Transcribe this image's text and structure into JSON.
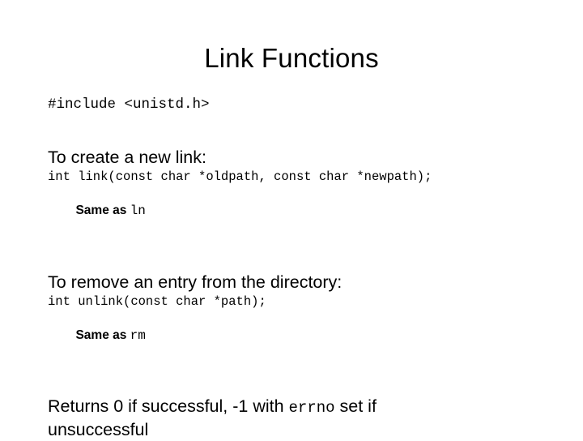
{
  "slide": {
    "title": "Link Functions",
    "include": "#include <unistd.h>",
    "sections": [
      {
        "heading": "To create a new link:",
        "code": "int link(const char *oldpath, const char *newpath);",
        "same_as_label": "Same as ",
        "same_as_command": "ln"
      },
      {
        "heading": "To remove an entry from the directory:",
        "code": "int unlink(const char *path);",
        "same_as_label": "Same as ",
        "same_as_command": "rm"
      }
    ],
    "returns": {
      "part1": "Returns 0 if successful, -1 with ",
      "code": "errno",
      "part2": " set if unsuccessful"
    }
  },
  "colors": {
    "background": "#ffffff",
    "text": "#000000"
  }
}
